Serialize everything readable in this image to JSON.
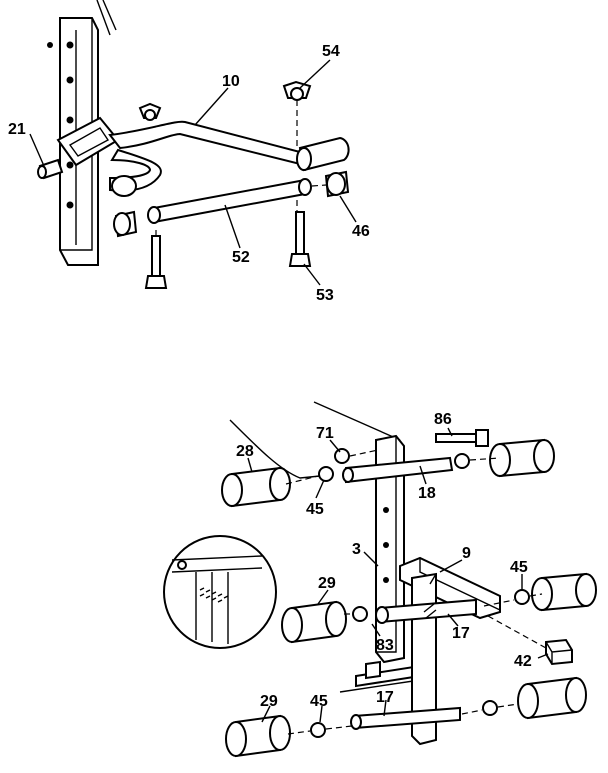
{
  "top_diagram": {
    "labels": {
      "p10": "10",
      "p21": "21",
      "p46": "46",
      "p52": "52",
      "p53": "53",
      "p54": "54"
    }
  },
  "bottom_diagram": {
    "labels": {
      "p86": "86",
      "p71": "71",
      "p28": "28",
      "p45a": "45",
      "p18": "18",
      "p3": "3",
      "p9": "9",
      "p45b": "45",
      "p29a": "29",
      "p83": "83",
      "p17a": "17",
      "p42": "42",
      "p29b": "29",
      "p45c": "45",
      "p17b": "17"
    }
  }
}
